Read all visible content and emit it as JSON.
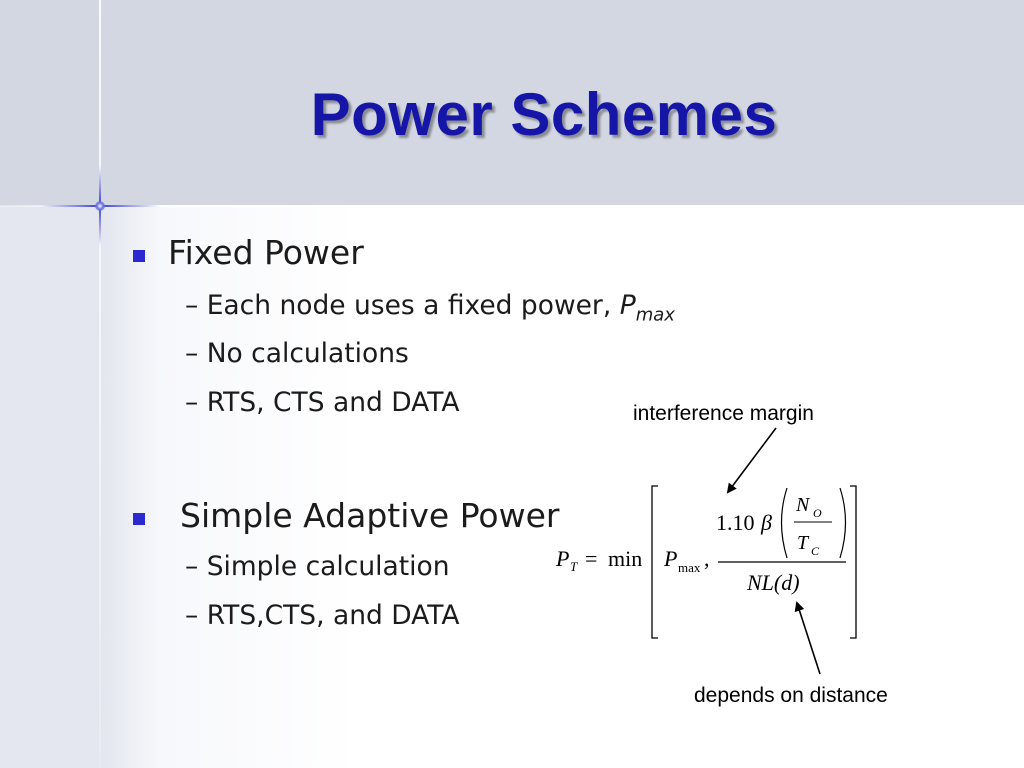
{
  "slide": {
    "title": "Power Schemes",
    "bullets": [
      {
        "label": "Fixed Power",
        "items": [
          {
            "prefix": "–",
            "text": "Each node uses a fixed power,",
            "var": "P",
            "sub": "max"
          },
          {
            "prefix": "–",
            "text": "No calculations"
          },
          {
            "prefix": "–",
            "text": "RTS, CTS and DATA"
          }
        ]
      },
      {
        "label": "Simple Adaptive Power",
        "items": [
          {
            "prefix": "–",
            "text": "Simple calculation"
          },
          {
            "prefix": "–",
            "text": "RTS,CTS, and DATA"
          }
        ]
      }
    ],
    "annotations": {
      "top": "interference margin",
      "bottom": "depends on distance"
    },
    "equation": {
      "lhs_var": "P",
      "lhs_sub": "T",
      "equals": "=",
      "func": "min",
      "arg1_var": "P",
      "arg1_sub": "max",
      "comma": ",",
      "coef": "1.10",
      "beta": "β",
      "num_var": "N",
      "num_sub": "O",
      "den_var": "T",
      "den_sub": "C",
      "denominator": "NL(d)"
    },
    "colors": {
      "title": "#1515a8",
      "bullet": "#2a2ad0",
      "band": "#d3d7e2"
    }
  }
}
